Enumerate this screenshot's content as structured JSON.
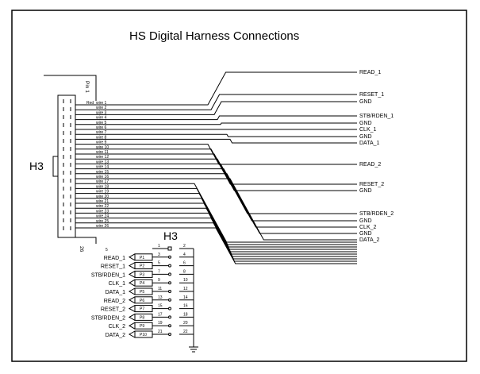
{
  "title": "HS Digital Harness Connections",
  "connector": {
    "label": "H3",
    "pin1_label": "Pin 1",
    "pin_end_label": "26",
    "first_wire_prefix": "Red",
    "wires": [
      "wire 1",
      "wire 2",
      "wire 3",
      "wire 4",
      "wire 5",
      "wire 6",
      "wire 7",
      "wire 8",
      "wire 9",
      "wire 10",
      "wire 11",
      "wire 12",
      "wire 13",
      "wire 14",
      "wire 15",
      "wire 16",
      "wire 17",
      "wire 18",
      "wire 19",
      "wire 20",
      "wire 21",
      "wire 22",
      "wire 23",
      "wire 24",
      "wire 25",
      "wire 26"
    ]
  },
  "signals_right": [
    {
      "label": "READ_1"
    },
    {
      "label": "RESET_1"
    },
    {
      "label": "GND"
    },
    {
      "label": "STB/RDEN_1"
    },
    {
      "label": "GND"
    },
    {
      "label": "CLK_1"
    },
    {
      "label": "GND"
    },
    {
      "label": "DATA_1"
    },
    {
      "label": "READ_2"
    },
    {
      "label": "RESET_2"
    },
    {
      "label": "GND"
    },
    {
      "label": "STB/RDEN_2"
    },
    {
      "label": "GND"
    },
    {
      "label": "CLK_2"
    },
    {
      "label": "GND"
    },
    {
      "label": "DATA_2"
    }
  ],
  "pinout": {
    "label": "H3",
    "header_mark": "5",
    "rows": [
      {
        "signal": "",
        "port": "",
        "odd": "1",
        "even": "2"
      },
      {
        "signal": "READ_1",
        "port": "P1",
        "odd": "3",
        "even": "4"
      },
      {
        "signal": "RESET_1",
        "port": "P2",
        "odd": "5",
        "even": "6"
      },
      {
        "signal": "STB/RDEN_1",
        "port": "P3",
        "odd": "7",
        "even": "8"
      },
      {
        "signal": "CLK_1",
        "port": "P4",
        "odd": "9",
        "even": "10"
      },
      {
        "signal": "DATA_1",
        "port": "P5",
        "odd": "11",
        "even": "12"
      },
      {
        "signal": "READ_2",
        "port": "P6",
        "odd": "13",
        "even": "14"
      },
      {
        "signal": "RESET_2",
        "port": "P7",
        "odd": "15",
        "even": "16"
      },
      {
        "signal": "STB/RDEN_2",
        "port": "P8",
        "odd": "17",
        "even": "18"
      },
      {
        "signal": "CLK_2",
        "port": "P9",
        "odd": "19",
        "even": "20"
      },
      {
        "signal": "DATA_2",
        "port": "P10",
        "odd": "21",
        "even": "22"
      }
    ]
  }
}
